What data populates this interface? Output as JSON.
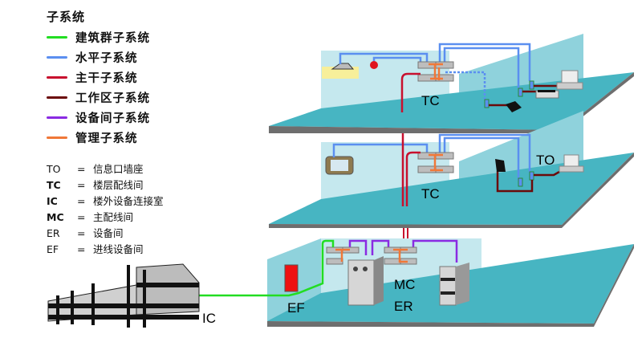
{
  "legend": {
    "title": "子系统",
    "items": [
      {
        "label": "建筑群子系统",
        "color": "#22dd22"
      },
      {
        "label": "水平子系统",
        "color": "#5b8ff0"
      },
      {
        "label": "主干子系统",
        "color": "#c8102e"
      },
      {
        "label": "工作区子系统",
        "color": "#6b0a0a"
      },
      {
        "label": "设备间子系统",
        "color": "#8a2be2"
      },
      {
        "label": "管理子系统",
        "color": "#f07838"
      }
    ]
  },
  "abbreviations": [
    {
      "key": "TO",
      "eq": "=",
      "meaning": "信息口墙座"
    },
    {
      "key": "TC",
      "eq": "=",
      "meaning": "楼层配线间"
    },
    {
      "key": "IC",
      "eq": "=",
      "meaning": "楼外设备连接室"
    },
    {
      "key": "MC",
      "eq": "=",
      "meaning": "主配线间"
    },
    {
      "key": "ER",
      "eq": "=",
      "meaning": "设备间"
    },
    {
      "key": "EF",
      "eq": "=",
      "meaning": "进线设备间"
    }
  ],
  "diagram": {
    "floors": [
      {
        "name": "top-floor",
        "labels": [
          "TC"
        ]
      },
      {
        "name": "middle-floor",
        "labels": [
          "TC",
          "TO"
        ]
      },
      {
        "name": "ground-floor",
        "labels": [
          "MC",
          "ER",
          "EF"
        ]
      }
    ],
    "campus_label": "IC",
    "colors": {
      "floor": "#47b5c2",
      "floor_edge": "#6e6e6e",
      "back_wall": "#c5e8ee",
      "side_wall": "#8fd2dc",
      "campus": "#22dd22",
      "horizontal": "#5b8ff0",
      "backbone": "#c8102e",
      "work_area": "#6b0a0a",
      "equipment": "#8a2be2",
      "admin": "#f07838"
    }
  }
}
